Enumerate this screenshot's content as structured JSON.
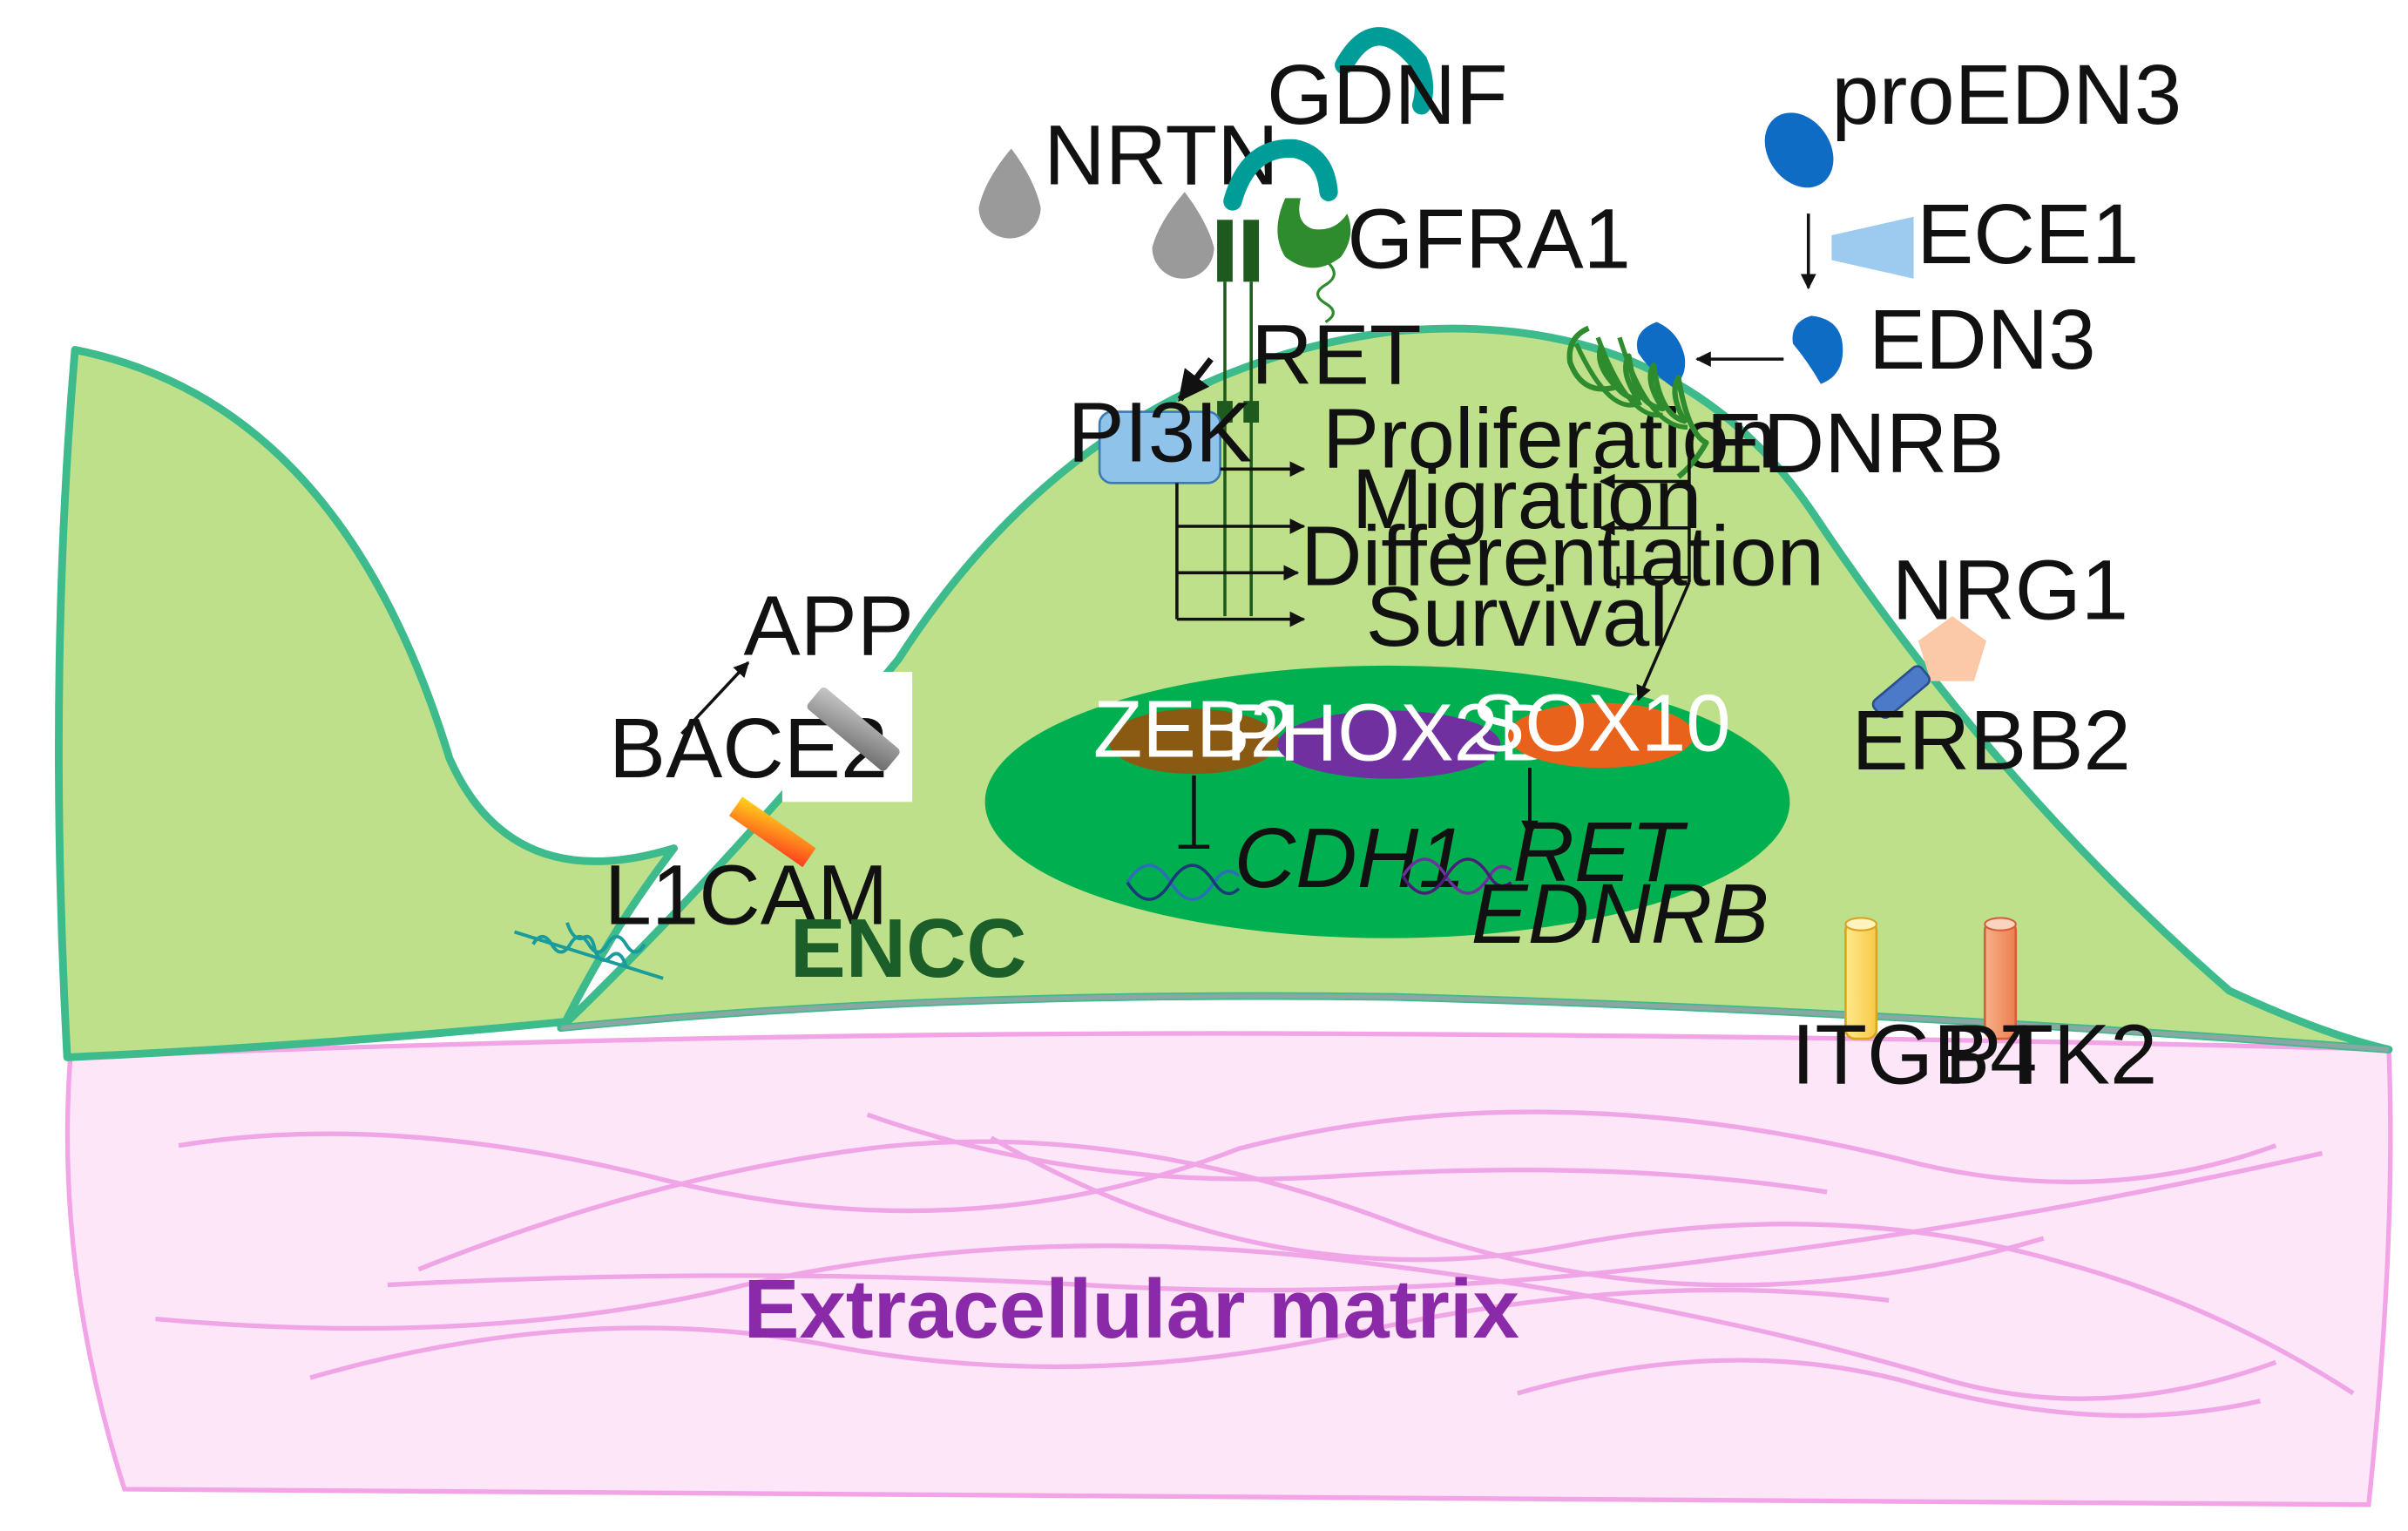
{
  "labels": {
    "gdnf": "GDNF",
    "nrtn": "NRTN",
    "gfra1": "GFRA1",
    "ret_receptor": "RET",
    "pi3k": "PI3K",
    "proedn3": "proEDN3",
    "ece1": "ECE1",
    "edn3": "EDN3",
    "ednrb_receptor": "EDNRB",
    "nrg1": "NRG1",
    "erbb2": "ERBB2",
    "app": "APP",
    "bace2": "BACE2",
    "l1cam": "L1CAM",
    "encc": "ENCC",
    "itgb4": "ITGB4",
    "ptk2": "PTK2",
    "ecm": "Extracellular matrix"
  },
  "processes": {
    "proliferation": "Proliferation",
    "migration": "Migration",
    "differentiation": "Differentiation",
    "survival": "Survival"
  },
  "nucleus": {
    "zeb2": "ZEB2",
    "phox2b": "PHOX2B",
    "sox10": "SOX10",
    "gene_cdh1": "CDH1",
    "gene_ret": "RET",
    "gene_ednrb": "EDNRB"
  },
  "colors": {
    "cell_fill": "#bfe08a",
    "cell_border": "#3dbb8c",
    "nucleus_fill": "#00b050",
    "ecm_fill": "#fde6f8",
    "ecm_fiber": "#f0a6e6",
    "teal": "#009c97",
    "dark_green": "#1e5a1e",
    "edn_blue": "#0f6cc4",
    "zeb2": "#8b5a12",
    "phox2b": "#7030a0",
    "sox10": "#e8621c"
  }
}
